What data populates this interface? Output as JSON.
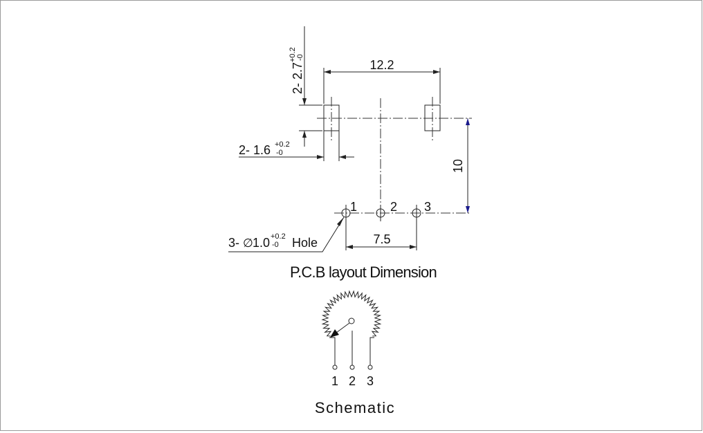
{
  "pcb": {
    "pad_height_dim": "2- 2.7",
    "pad_height_tol_plus": "+0.2",
    "pad_height_tol_minus": "-0",
    "pad_pitch_dim": "12.2",
    "pad_width_dim": "2- 1.6",
    "pad_width_tol_plus": "+0.2",
    "pad_width_tol_minus": "-0",
    "row_spacing_dim": "10",
    "pin_pitch_dim": "7.5",
    "hole_prefix": "3-",
    "hole_symbol": "∅",
    "hole_dim": "1.0",
    "hole_tol_plus": "+0.2",
    "hole_tol_minus": "-0",
    "hole_suffix": "Hole",
    "pin_labels": [
      "1",
      "2",
      "3"
    ],
    "title": "P.C.B layout Dimension"
  },
  "schematic": {
    "pin_labels": [
      "1",
      "2",
      "3"
    ],
    "title": "Schematic"
  },
  "colors": {
    "line": "#222222",
    "arrow_accent": "#1a1a8c",
    "frame": "#9a9a9a"
  }
}
